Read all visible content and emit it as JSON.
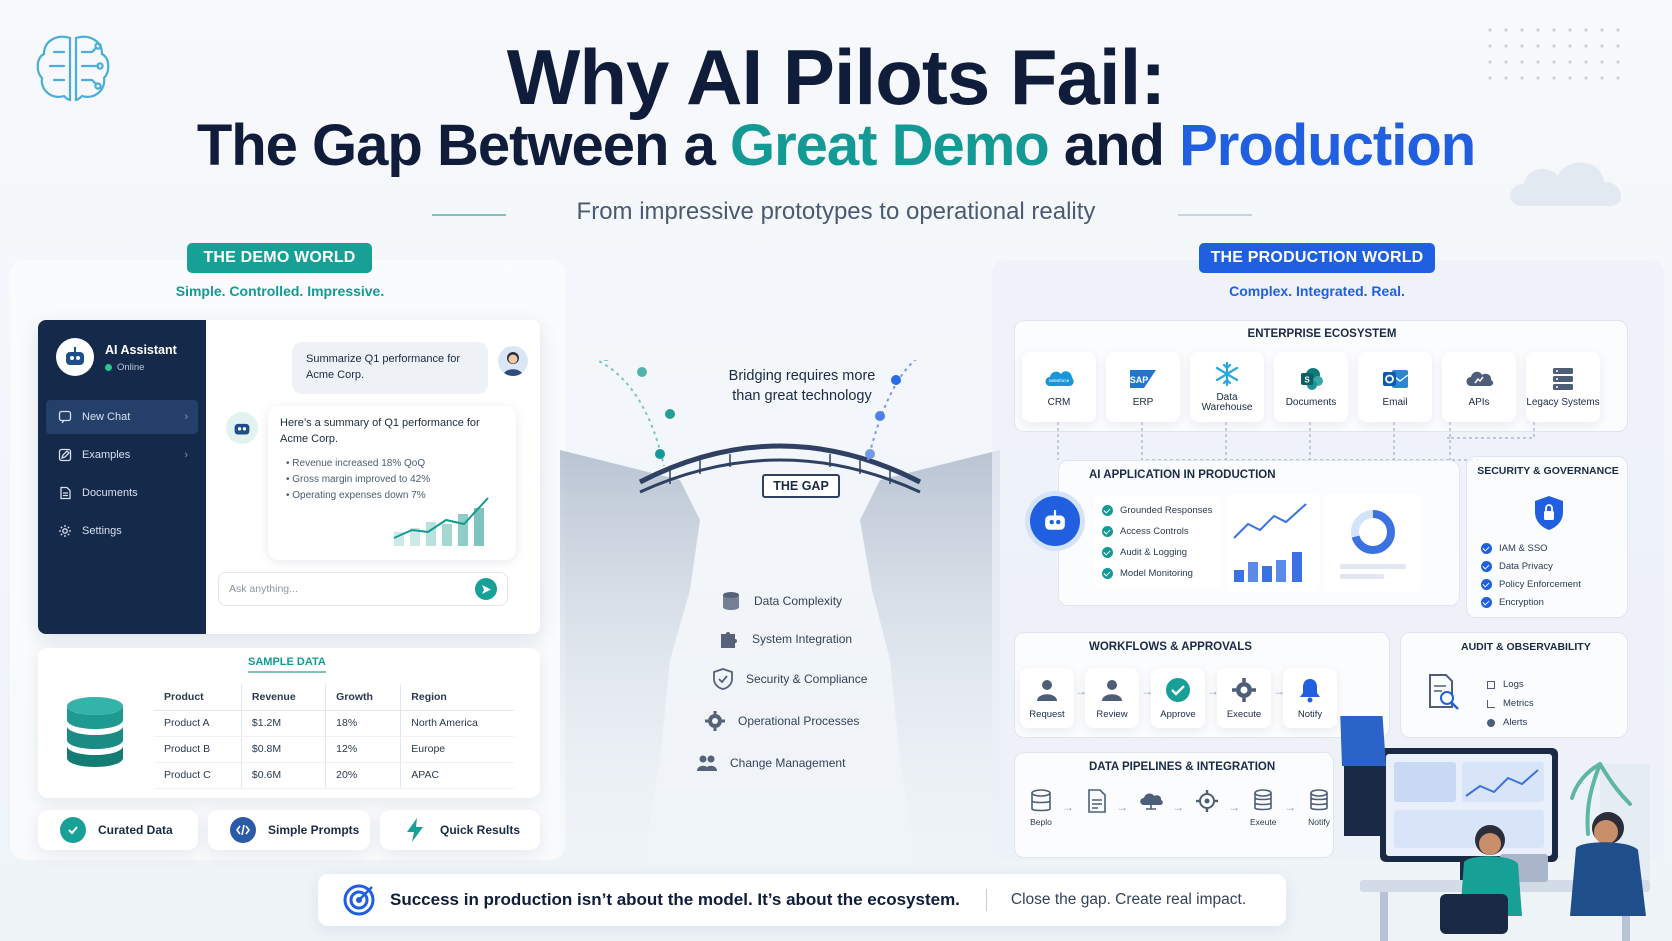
{
  "header": {
    "title_line1": "Why AI Pilots Fail:",
    "title_line2_prefix": "The Gap Between a ",
    "title_line2_highlight1": "Great Demo",
    "title_line2_middle": " and ",
    "title_line2_highlight2": "Production",
    "subtitle": "From impressive prototypes to operational reality"
  },
  "demo": {
    "badge": "THE DEMO WORLD",
    "tagline": "Simple. Controlled. Impressive.",
    "assistant": {
      "name": "AI Assistant",
      "status": "Online"
    },
    "nav": [
      "New Chat",
      "Examples",
      "Documents",
      "Settings"
    ],
    "user_message": "Summarize Q1 performance for Acme Corp.",
    "reply_intro": "Here’s a summary of Q1 performance for Acme Corp.",
    "reply_points": [
      "Revenue increased 18% QoQ",
      "Gross margin improved to 42%",
      "Operating expenses down 7%"
    ],
    "input_placeholder": "Ask anything...",
    "sample_data": {
      "title": "SAMPLE DATA",
      "headers": [
        "Product",
        "Revenue",
        "Growth",
        "Region"
      ],
      "rows": [
        [
          "Product A",
          "$1.2M",
          "18%",
          "North America"
        ],
        [
          "Product B",
          "$0.8M",
          "12%",
          "Europe"
        ],
        [
          "Product C",
          "$0.6M",
          "20%",
          "APAC"
        ]
      ]
    },
    "features": [
      "Curated Data",
      "Simple Prompts",
      "Quick Results"
    ]
  },
  "gap": {
    "bridge_text": "Bridging requires more than great technology",
    "gap_label": "THE GAP",
    "challenges": [
      "Data Complexity",
      "System Integration",
      "Security & Compliance",
      "Operational Processes",
      "Change Management"
    ]
  },
  "production": {
    "badge": "THE PRODUCTION WORLD",
    "tagline": "Complex. Integrated. Real.",
    "ecosystem": {
      "title": "ENTERPRISE ECOSYSTEM",
      "items": [
        "CRM",
        "ERP",
        "Data Warehouse",
        "Documents",
        "Email",
        "APIs",
        "Legacy Systems"
      ],
      "logo_salesforce": "salesforce",
      "logo_sap": "SAP"
    },
    "ai_app": {
      "title": "AI APPLICATION IN PRODUCTION",
      "checks": [
        "Grounded Responses",
        "Access Controls",
        "Audit & Logging",
        "Model Monitoring"
      ]
    },
    "security": {
      "title": "SECURITY & GOVERNANCE",
      "items": [
        "IAM & SSO",
        "Data Privacy",
        "Policy Enforcement",
        "Encryption"
      ]
    },
    "workflows": {
      "title": "WORKFLOWS & APPROVALS",
      "steps": [
        "Request",
        "Review",
        "Approve",
        "Execute",
        "Notify"
      ]
    },
    "audit": {
      "title": "AUDIT & OBSERVABILITY",
      "items": [
        "Logs",
        "Metrics",
        "Alerts"
      ]
    },
    "pipelines": {
      "title": "DATA PIPELINES & INTEGRATION",
      "steps": [
        "Beplo",
        "",
        "",
        "",
        "Exeute",
        "Notify"
      ]
    }
  },
  "footer": {
    "main": "Success in production isn’t about the model. It’s about the ecosystem.",
    "secondary": "Close the gap. Create real impact."
  },
  "colors": {
    "teal": "#139a94",
    "blue": "#1f5fe0",
    "navy": "#15294a"
  }
}
